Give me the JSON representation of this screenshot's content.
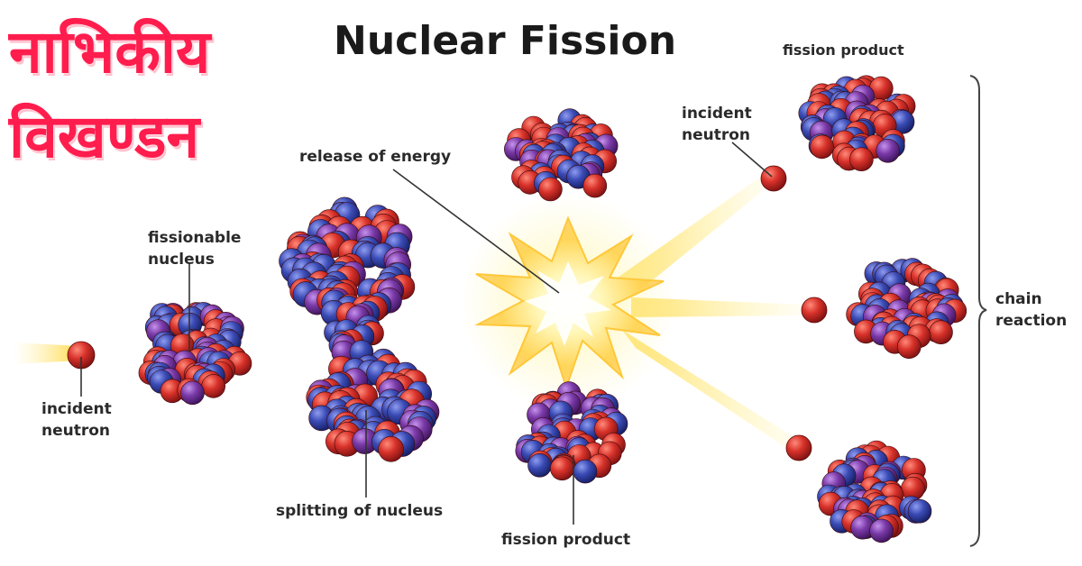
{
  "hindi_title": {
    "line1": "नाभिकीय",
    "line2": "विखण्डन"
  },
  "title": "Nuclear Fission",
  "labels": {
    "fissionable_nucleus": [
      "fissionable",
      "nucleus"
    ],
    "incident_neutron_left": [
      "incident",
      "neutron"
    ],
    "splitting_of_nucleus": "splitting of nucleus",
    "release_of_energy": "release of energy",
    "fission_product_bottom": "fission product",
    "fission_product_top": "fission product",
    "incident_neutron_right": [
      "incident",
      "neutron"
    ],
    "chain_reaction": [
      "chain",
      "reaction"
    ]
  },
  "colors": {
    "proton": "#d8322a",
    "neutron": "#3a4bb5",
    "purple": "#7a3aa8",
    "energy": "#fff3a0",
    "hindi_title": "#ff1d4e"
  }
}
